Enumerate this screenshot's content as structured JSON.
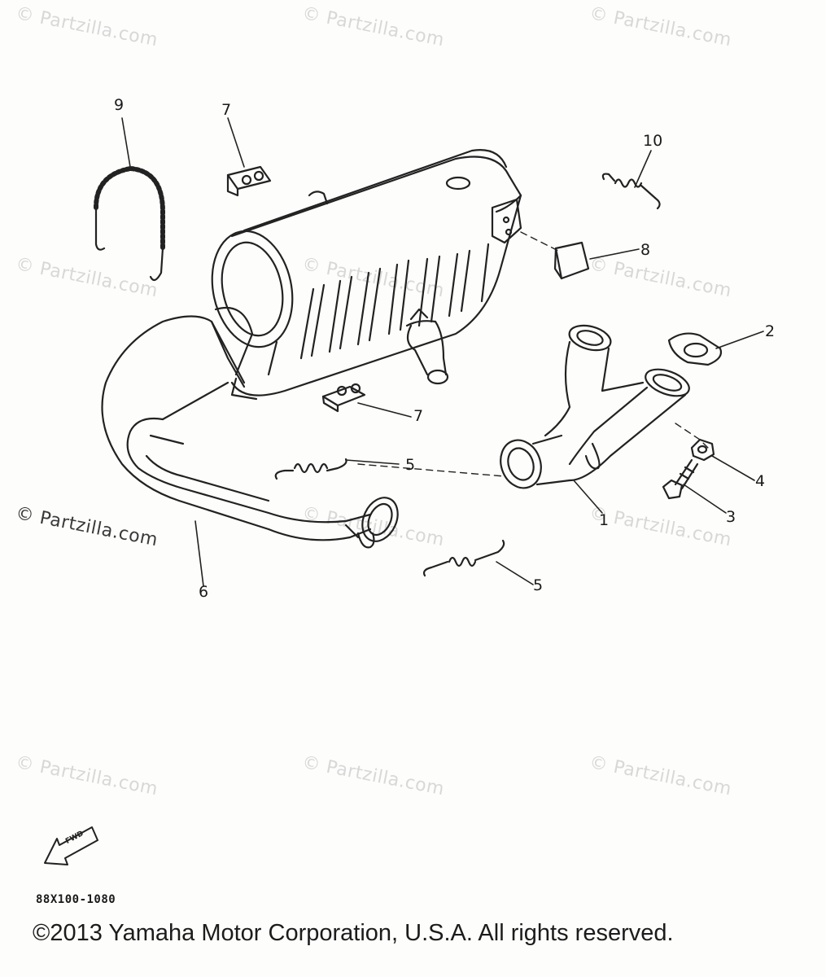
{
  "watermarks": {
    "faint": [
      {
        "text": "© Partzilla.com"
      },
      {
        "text": "© Partzilla.com"
      },
      {
        "text": "© Partzilla.com"
      },
      {
        "text": "© Partzilla.com"
      },
      {
        "text": "© Partzilla.com"
      },
      {
        "text": "© Partzilla.com"
      },
      {
        "text": "© Partzilla.com"
      },
      {
        "text": "© Partzilla.com"
      },
      {
        "text": "© Partzilla.com"
      },
      {
        "text": "© Partzilla.com"
      },
      {
        "text": "© Partzilla.com"
      }
    ],
    "strong": "© Partzilla.com"
  },
  "callouts": [
    "9",
    "7",
    "10",
    "8",
    "2",
    "7",
    "5",
    "4",
    "3",
    "1",
    "5",
    "6"
  ],
  "direction_arrow": {
    "label": "FWD",
    "icon": "fwd-arrow-icon"
  },
  "diagram_code": "88X100-1080",
  "copyright": "©2013 Yamaha Motor Corporation, U.S.A. All rights reserved."
}
